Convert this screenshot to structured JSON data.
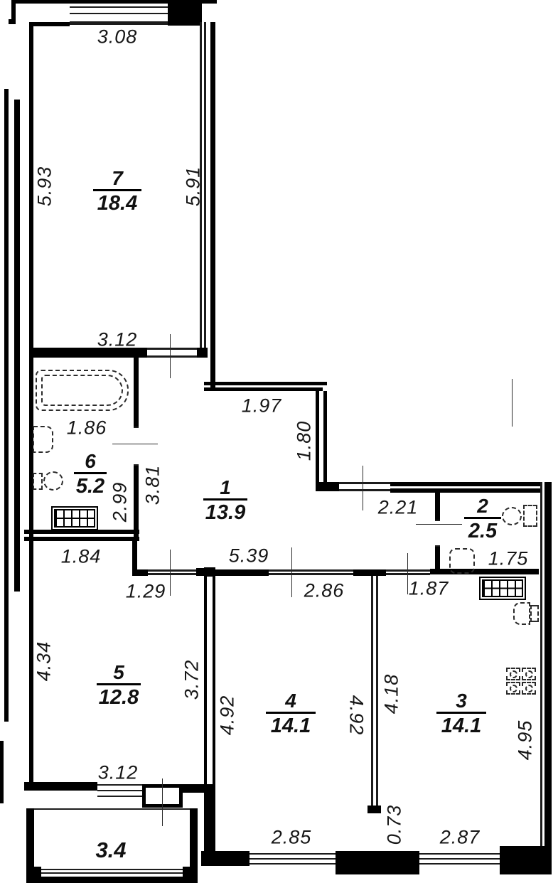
{
  "plan": {
    "type": "apartment-floor-plan",
    "colors": {
      "wall": "#000000",
      "background": "#ffffff",
      "fixture_line": "#2b2b2b"
    },
    "rooms": {
      "r7": {
        "number": "7",
        "area": "18.4"
      },
      "r6": {
        "number": "6",
        "area": "5.2"
      },
      "r1": {
        "number": "1",
        "area": "13.9"
      },
      "r2": {
        "number": "2",
        "area": "2.5"
      },
      "r5": {
        "number": "5",
        "area": "12.8"
      },
      "r4": {
        "number": "4",
        "area": "14.1"
      },
      "r3": {
        "number": "3",
        "area": "14.1"
      }
    },
    "balcony": {
      "area": "3.4"
    },
    "dimensions": {
      "top_window": "3.08",
      "room7_left": "5.93",
      "room7_right": "5.91",
      "room7_bottom": "3.12",
      "bath_width": "1.86",
      "room6_height": "2.99",
      "hall_wall": "3.81",
      "hall_step_top": "1.97",
      "hall_step_side": "1.80",
      "hall_right": "2.21",
      "hall_bottom": "5.39",
      "room2_bottom": "1.75",
      "room5_top": "1.84",
      "room5_door": "1.29",
      "room4_door": "2.86",
      "room3_door": "1.87",
      "room5_left": "4.34",
      "room5_right": "3.72",
      "room4_left": "4.92",
      "room4_right": "4.92",
      "room3_left": "4.18",
      "room3_right": "4.95",
      "room5_bottom": "3.12",
      "room4_window": "2.85",
      "window_pier": "0.73",
      "room3_window": "2.87"
    },
    "fixtures": [
      "bathtub",
      "bath-sink",
      "bath-toilet",
      "bath-radiator",
      "wc-toilet",
      "wc-sink",
      "kitchen-radiator",
      "kitchen-sink",
      "stove"
    ]
  }
}
